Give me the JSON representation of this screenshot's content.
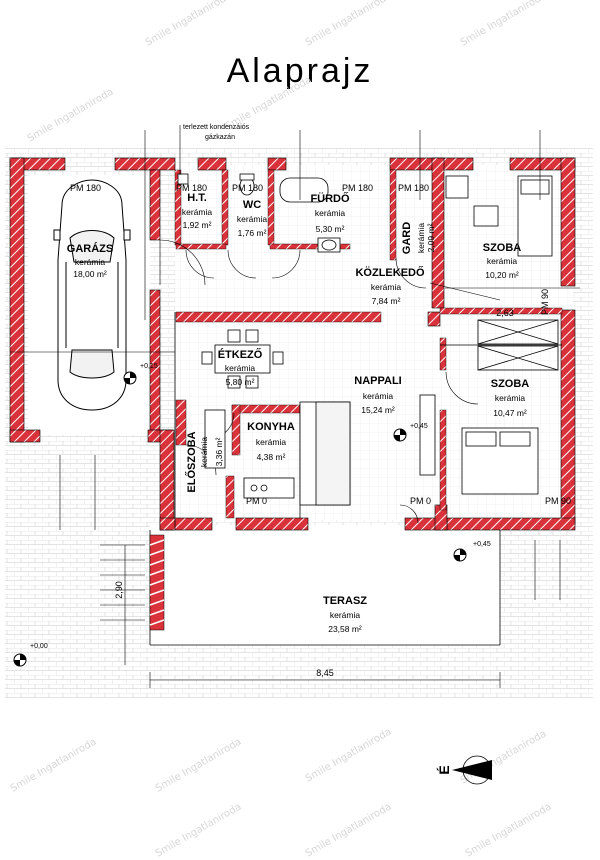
{
  "title": "Alaprajz",
  "watermark": "Smile Ingatlaniroda",
  "heater_note": [
    "terlezett kondenzáiós",
    "gázkazán"
  ],
  "material": "kerámia",
  "rooms": [
    {
      "id": "garazs",
      "name": "GARÁZS",
      "area": "18,00 m²"
    },
    {
      "id": "ht",
      "name": "H.T.",
      "area": "1,92 m²"
    },
    {
      "id": "wc",
      "name": "WC",
      "area": "1,76 m²"
    },
    {
      "id": "furdo",
      "name": "FÜRDŐ",
      "area": "5,30 m²"
    },
    {
      "id": "gard",
      "name": "GARD",
      "area": "2,09 m²"
    },
    {
      "id": "szoba1",
      "name": "SZOBA",
      "area": "10,20 m²"
    },
    {
      "id": "kozlekedo",
      "name": "KÖZLEKEDŐ",
      "area": "7,84 m²"
    },
    {
      "id": "etkezo",
      "name": "ÉTKEZŐ",
      "area": "5,80 m²"
    },
    {
      "id": "nappali",
      "name": "NAPPALI",
      "area": "15,24 m²"
    },
    {
      "id": "szoba2",
      "name": "SZOBA",
      "area": "10,47 m²"
    },
    {
      "id": "konyha",
      "name": "KONYHA",
      "area": "4,38 m²"
    },
    {
      "id": "eloszoba",
      "name": "ELŐSZOBA",
      "area": "3,36 m²"
    },
    {
      "id": "terasz",
      "name": "TERASZ",
      "area": "23,58 m²"
    }
  ],
  "labels": {
    "pm180": "PM 180",
    "pm0": "PM 0",
    "pm90": "PM 90",
    "level_0": "+0,00",
    "level_45": "+0,45",
    "level_15": "+0,15",
    "total_width": "8,45",
    "width_263": "2,63",
    "stair_len": "2,90"
  },
  "compass": "É",
  "colors": {
    "wall": "#d9323a",
    "hatch": "#ffffff",
    "line": "#000000",
    "paving": "#dcdcdc"
  }
}
